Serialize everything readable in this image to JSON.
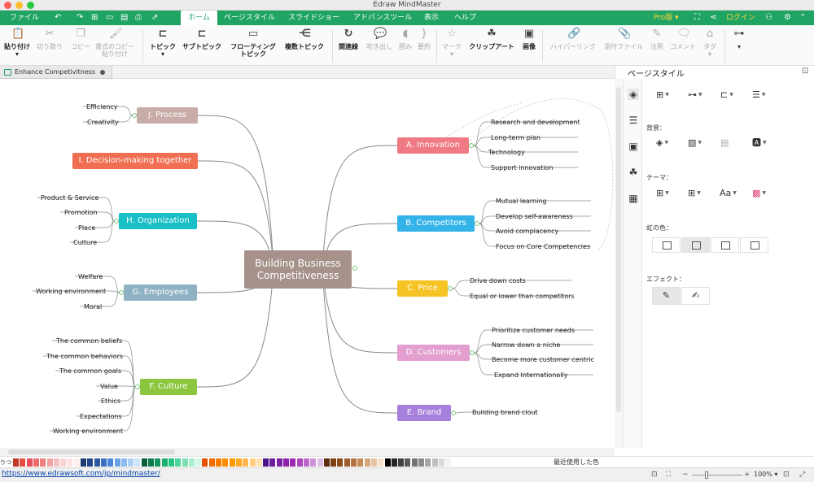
{
  "window": {
    "title": "Edraw MindMaster"
  },
  "menu": {
    "items": [
      {
        "label": "ファイル"
      },
      {
        "label": "ホーム",
        "active": true
      },
      {
        "label": "ページスタイル"
      },
      {
        "label": "スライドショー"
      },
      {
        "label": "アドバンスツール"
      },
      {
        "label": "表示"
      },
      {
        "label": "ヘルプ"
      }
    ],
    "pro": "Pro版",
    "login": "ログイン"
  },
  "ribbon": {
    "paste": "貼り付け",
    "cut": "切り取り",
    "copy": "コピー",
    "format_copy_1": "書式のコピー",
    "format_copy_2": "貼り付け",
    "topic": "トピック",
    "subtopic": "サブトピック",
    "floating_1": "フローティング",
    "floating_2": "トピック",
    "multi_topic": "複数トピック",
    "relation": "関連線",
    "callout": "吹き出し",
    "boundary": "囲み",
    "summary": "要約",
    "mark": "マーク",
    "clipart": "クリップアート",
    "image": "画像",
    "hyperlink": "ハイパーリンク",
    "attachment": "添付ファイル",
    "note": "注釈",
    "comment": "コメント",
    "tag": "タグ"
  },
  "doc_tab": {
    "title": "Enhance Competivitness"
  },
  "mindmap": {
    "central": {
      "line1": "Building Business",
      "line2": "Competitiveness"
    },
    "topics": [
      {
        "key": "A",
        "label": "A. Innovation",
        "color": "#f07a84",
        "subs": [
          "Research and development",
          "Long-term plan",
          "Technology",
          "Support innovation"
        ]
      },
      {
        "key": "B",
        "label": "B. Competitors",
        "color": "#34b3e8",
        "subs": [
          "Mutual learning",
          "Develop self-awareness",
          "Avoid complacency",
          "Focus on Core Competencies"
        ]
      },
      {
        "key": "C",
        "label": "C. Price",
        "color": "#f5c324",
        "subs": [
          "Drive down costs",
          "Equal or lower than competitors"
        ]
      },
      {
        "key": "D",
        "label": "D. Customers",
        "color": "#e39fcf",
        "subs": [
          "Prioritize customer needs",
          "Narrow down a niche",
          "Become more customer centric",
          "Expand Internationally"
        ]
      },
      {
        "key": "E",
        "label": "E. Brand",
        "color": "#a77fdc",
        "subs": [
          "Building brand clout"
        ]
      },
      {
        "key": "F",
        "label": "F. Culture",
        "color": "#8cc63f",
        "subs": [
          "The common beliefs",
          "The common behaviors",
          "The common goals",
          "Value",
          "Ethics",
          "Expectations",
          "Working environment"
        ]
      },
      {
        "key": "G",
        "label": "G. Employees",
        "color": "#8fb2c3",
        "subs": [
          "Welfare",
          "Working environment",
          "Moral"
        ]
      },
      {
        "key": "H",
        "label": "H. Organization",
        "color": "#18bfc7",
        "subs": [
          "Product & Service",
          "Promotion",
          "Place",
          "Culture"
        ]
      },
      {
        "key": "I",
        "label": "I. Decision-making together",
        "color": "#f06e51",
        "subs": []
      },
      {
        "key": "J",
        "label": "J. Process",
        "color": "#c7aca7",
        "subs": [
          "Efficiency",
          "Creativity"
        ]
      }
    ]
  },
  "panel": {
    "title": "ページスタイル",
    "background": "背景：",
    "theme": "テーマ：",
    "rainbow": "虹の色：",
    "effect": "エフェクト："
  },
  "palette": {
    "recent": "最近使用した色",
    "left_label": "りつぐ"
  },
  "status": {
    "url": "https://www.edrawsoft.com/jp/mindmaster/",
    "zoom": "100%"
  }
}
